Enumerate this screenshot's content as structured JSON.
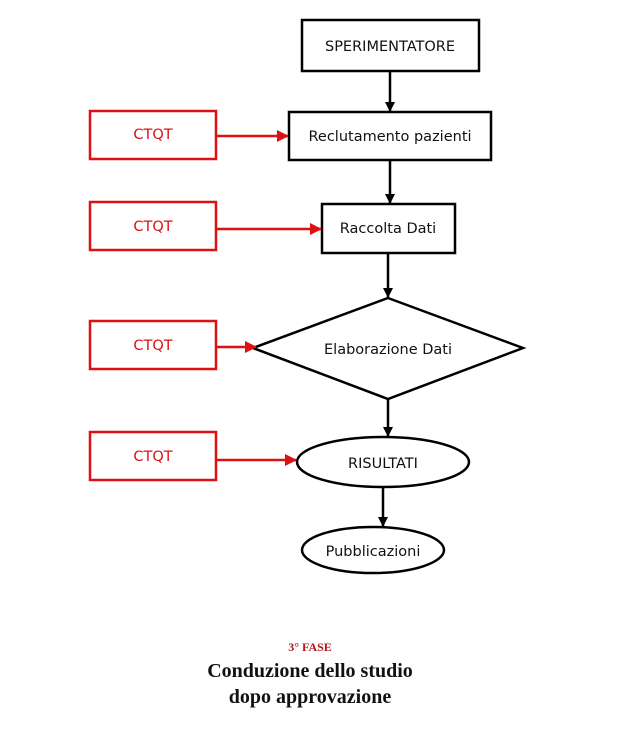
{
  "colors": {
    "main": "#000000",
    "side": "#dd1111",
    "phase": "#b01818"
  },
  "nodes": {
    "sperimentatore": "SPERIMENTATORE",
    "reclutamento": "Reclutamento pazienti",
    "raccolta": "Raccolta Dati",
    "elaborazione": "Elaborazione Dati",
    "risultati": "RISULTATI",
    "pubblicazioni": "Pubblicazioni"
  },
  "ctqt_boxes": [
    "CTQT",
    "CTQT",
    "CTQT",
    "CTQT"
  ],
  "caption": {
    "phase": "3° FASE",
    "title_line1": "Conduzione dello studio",
    "title_line2": "dopo approvazione"
  }
}
